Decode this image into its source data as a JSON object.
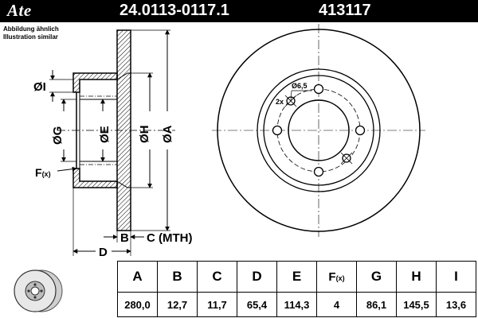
{
  "header": {
    "brand": "Ate",
    "part_number": "24.0113-0117.1",
    "article_number": "413117"
  },
  "notes": {
    "german": "Abbildung ähnlich",
    "english": "Illustration similar"
  },
  "drawing": {
    "labels": {
      "I": "ØI",
      "G": "ØG",
      "E": "ØE",
      "H": "ØH",
      "A": "ØA",
      "F": "F",
      "F_suffix": "(x)",
      "B": "B",
      "C": "C (MTH)",
      "D": "D",
      "bolt_hole": "Ø6,5",
      "bolt_hole_count": "2x"
    },
    "colors": {
      "hatch": "#000000",
      "line": "#000000"
    }
  },
  "table": {
    "headers": [
      "A",
      "B",
      "C",
      "D",
      "E",
      "F",
      "G",
      "H",
      "I"
    ],
    "fx_suffix": "(x)",
    "values": [
      "280,0",
      "12,7",
      "11,7",
      "65,4",
      "114,3",
      "4",
      "86,1",
      "145,5",
      "13,6"
    ]
  }
}
